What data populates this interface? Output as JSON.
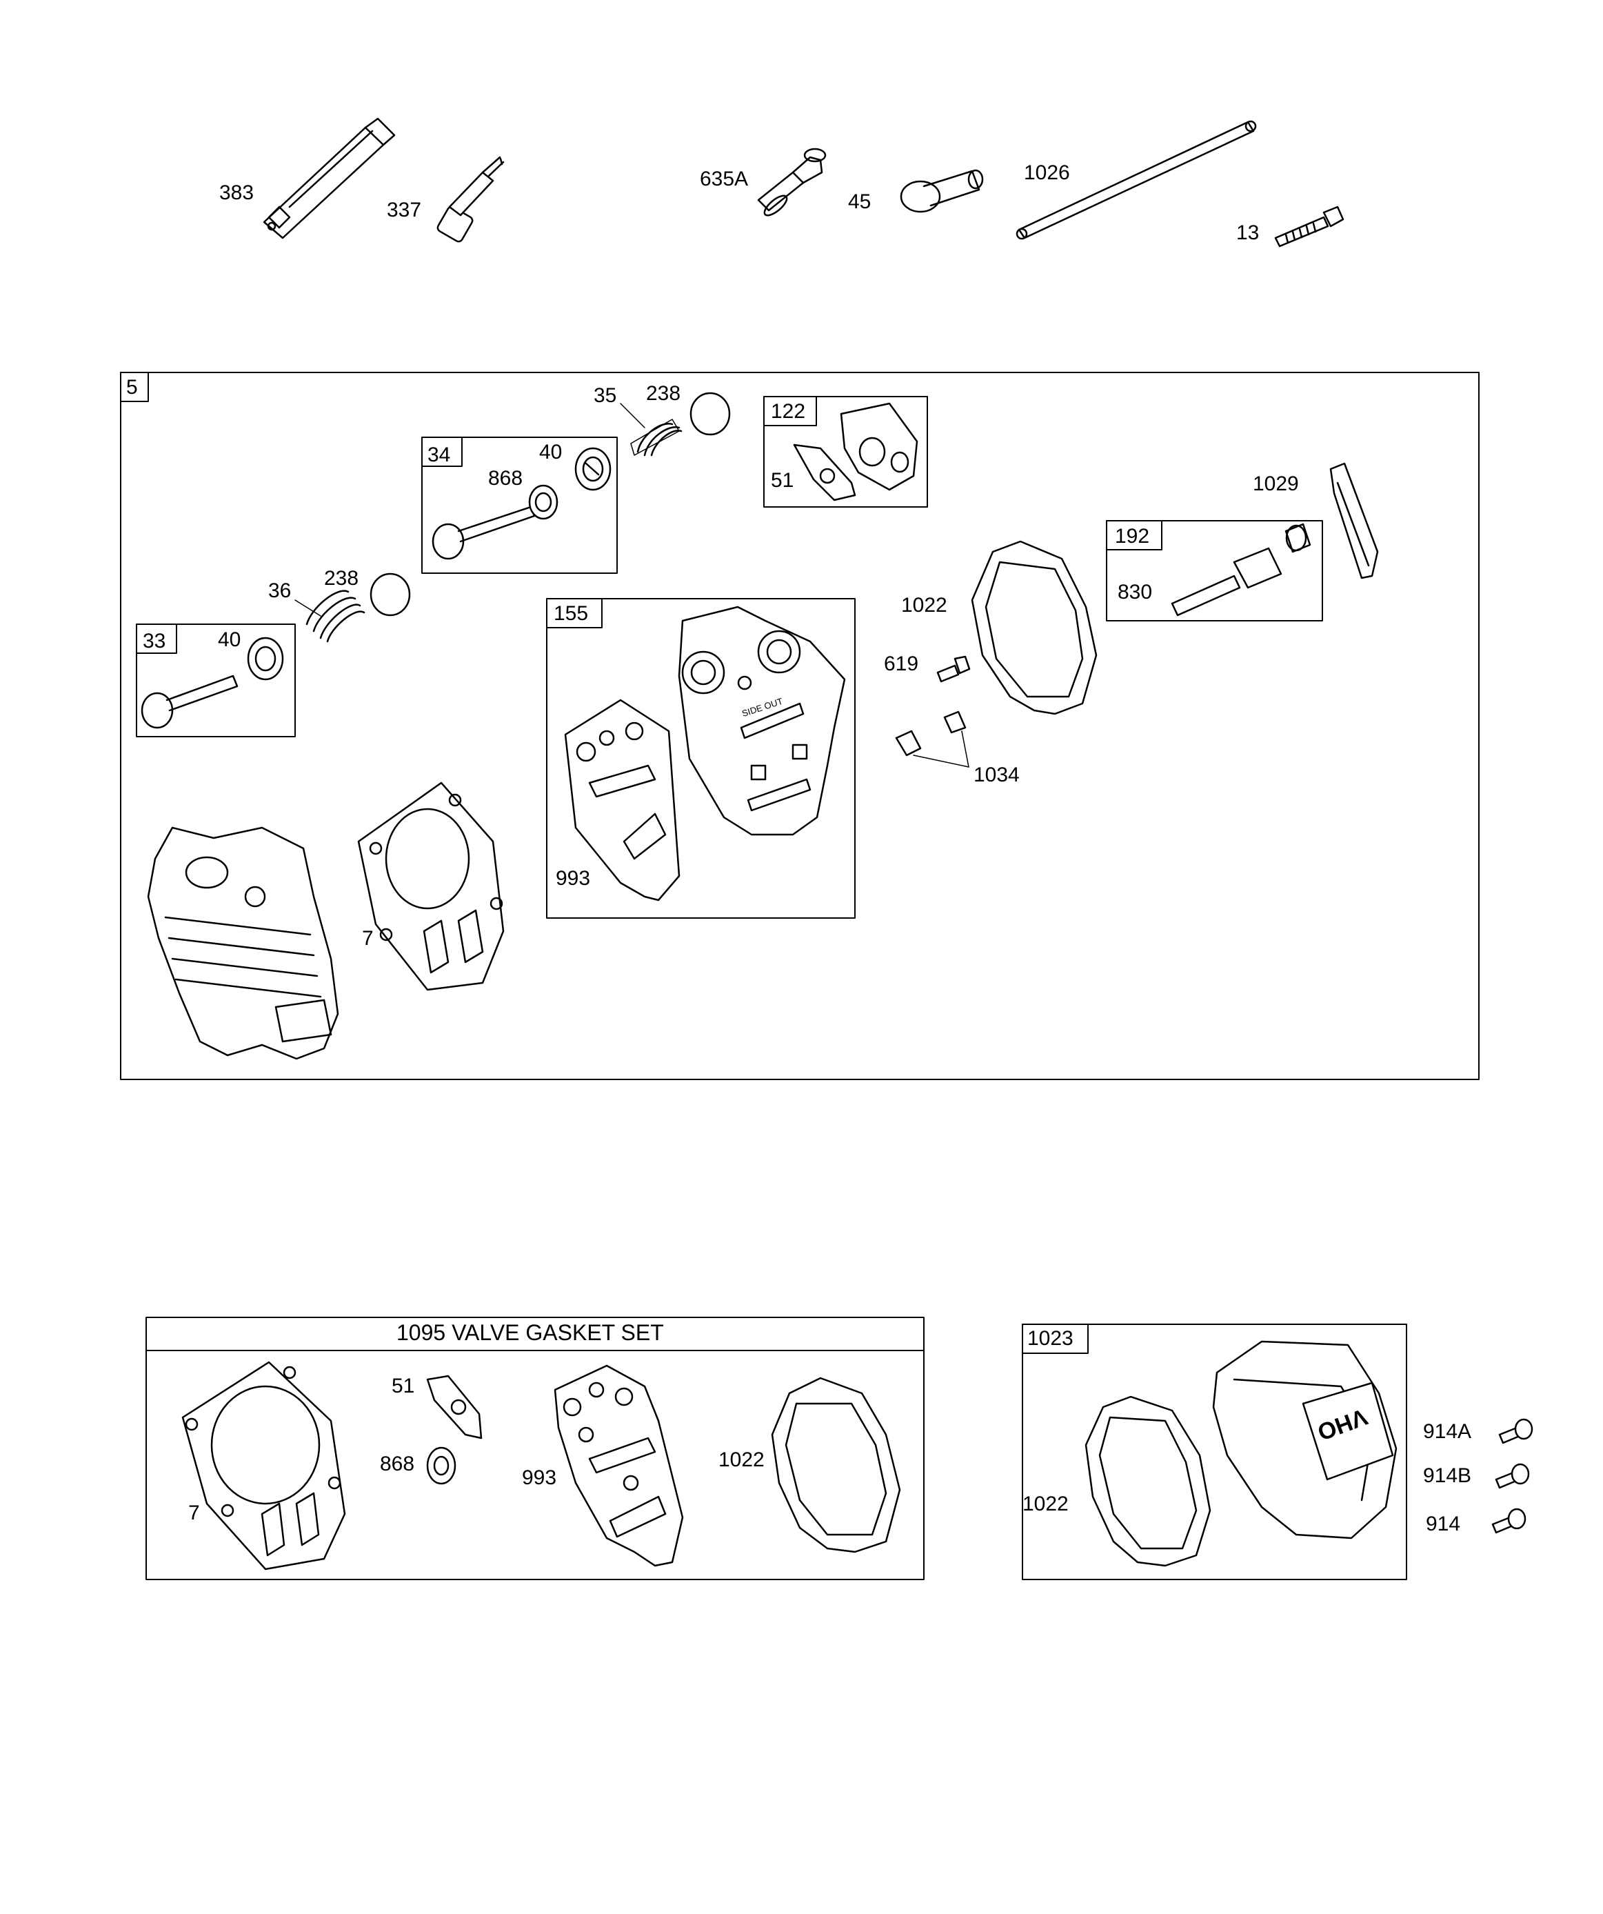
{
  "top_parts": {
    "p383": "383",
    "p337": "337",
    "p635A": "635A",
    "p45": "45",
    "p1026": "1026",
    "p13": "13"
  },
  "main_assembly": {
    "box_id": "5",
    "p35": "35",
    "p238_top": "238",
    "box122": {
      "id": "122",
      "p51": "51"
    },
    "box34": {
      "id": "34",
      "p40": "40",
      "p868": "868"
    },
    "p1029": "1029",
    "box192": {
      "id": "192",
      "p830": "830"
    },
    "p36": "36",
    "p238_left": "238",
    "box33": {
      "id": "33",
      "p40": "40"
    },
    "box155": {
      "id": "155",
      "p993": "993",
      "side_out": "SIDE OUT"
    },
    "p1022": "1022",
    "p619": "619",
    "p1034": "1034",
    "p7": "7"
  },
  "gasket_set": {
    "title": "1095 VALVE GASKET SET",
    "p51": "51",
    "p868": "868",
    "p993": "993",
    "p1022": "1022",
    "p7": "7"
  },
  "cover_set": {
    "box_id": "1023",
    "p1022": "1022",
    "badge": "OHV",
    "p914A": "914A",
    "p914B": "914B",
    "p914": "914"
  }
}
